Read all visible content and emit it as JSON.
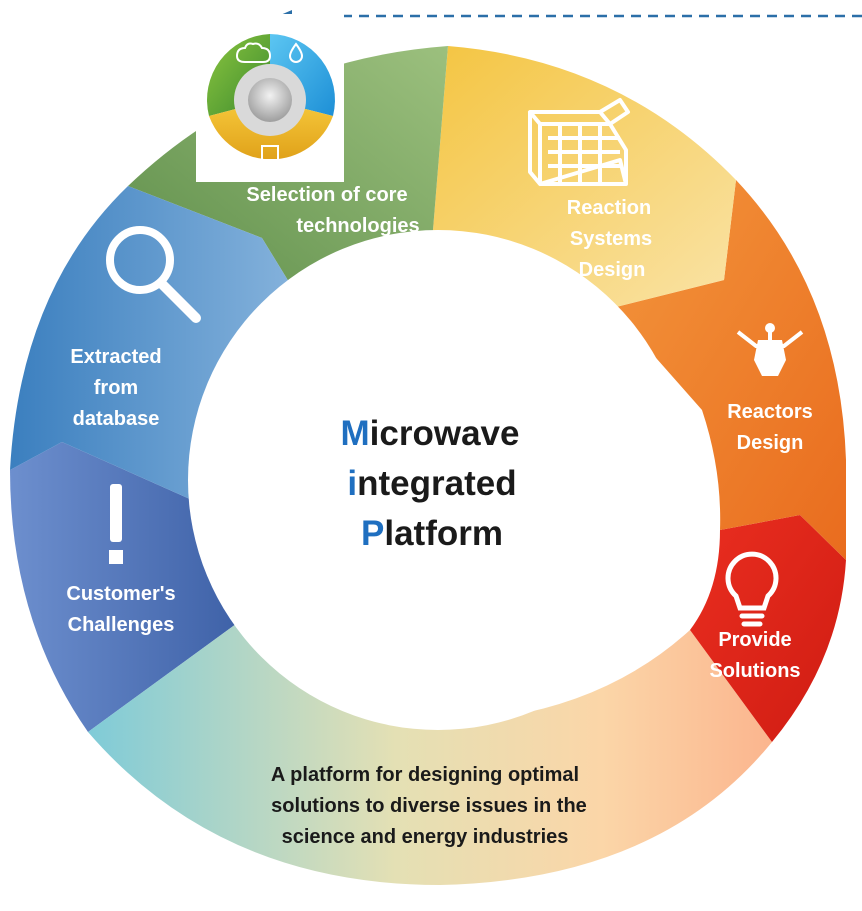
{
  "center": {
    "line1_initial": "M",
    "line1_rest": "icrowave",
    "line2_initial": "i",
    "line2_rest": "ntegrated",
    "line3_initial": "P",
    "line3_rest": "latform"
  },
  "segments": {
    "core": {
      "line1": "Selection of core",
      "line2": "technologies"
    },
    "reaction": {
      "line1": "Reaction",
      "line2": "Systems",
      "line3": "Design"
    },
    "reactors": {
      "line1": "Reactors",
      "line2": "Design"
    },
    "solutions": {
      "line1": "Provide",
      "line2": "Solutions"
    },
    "bottom": {
      "line1": "A platform for designing optimal",
      "line2": "solutions to diverse issues in the",
      "line3": "science and energy industries"
    },
    "challenges": {
      "line1": "Customer's",
      "line2": "Challenges"
    },
    "database": {
      "line1": "Extracted",
      "line2": "from",
      "line3": "database"
    }
  },
  "icons": {
    "core": "tech-wheel-icon",
    "reaction": "reaction-frame-icon",
    "reactors": "reactor-valve-icon",
    "solutions": "lightbulb-icon",
    "challenges": "exclamation-icon",
    "database": "magnifier-icon"
  },
  "colors": {
    "accent": "#1f6fc0",
    "core": "#7aa562",
    "reaction": "#f6d46a",
    "reactors": "#ee7f2a",
    "solutions": "#e02a1c",
    "challenges": "#4f7ac0",
    "database": "#5b92c9",
    "connector": "#2b6fa8"
  }
}
